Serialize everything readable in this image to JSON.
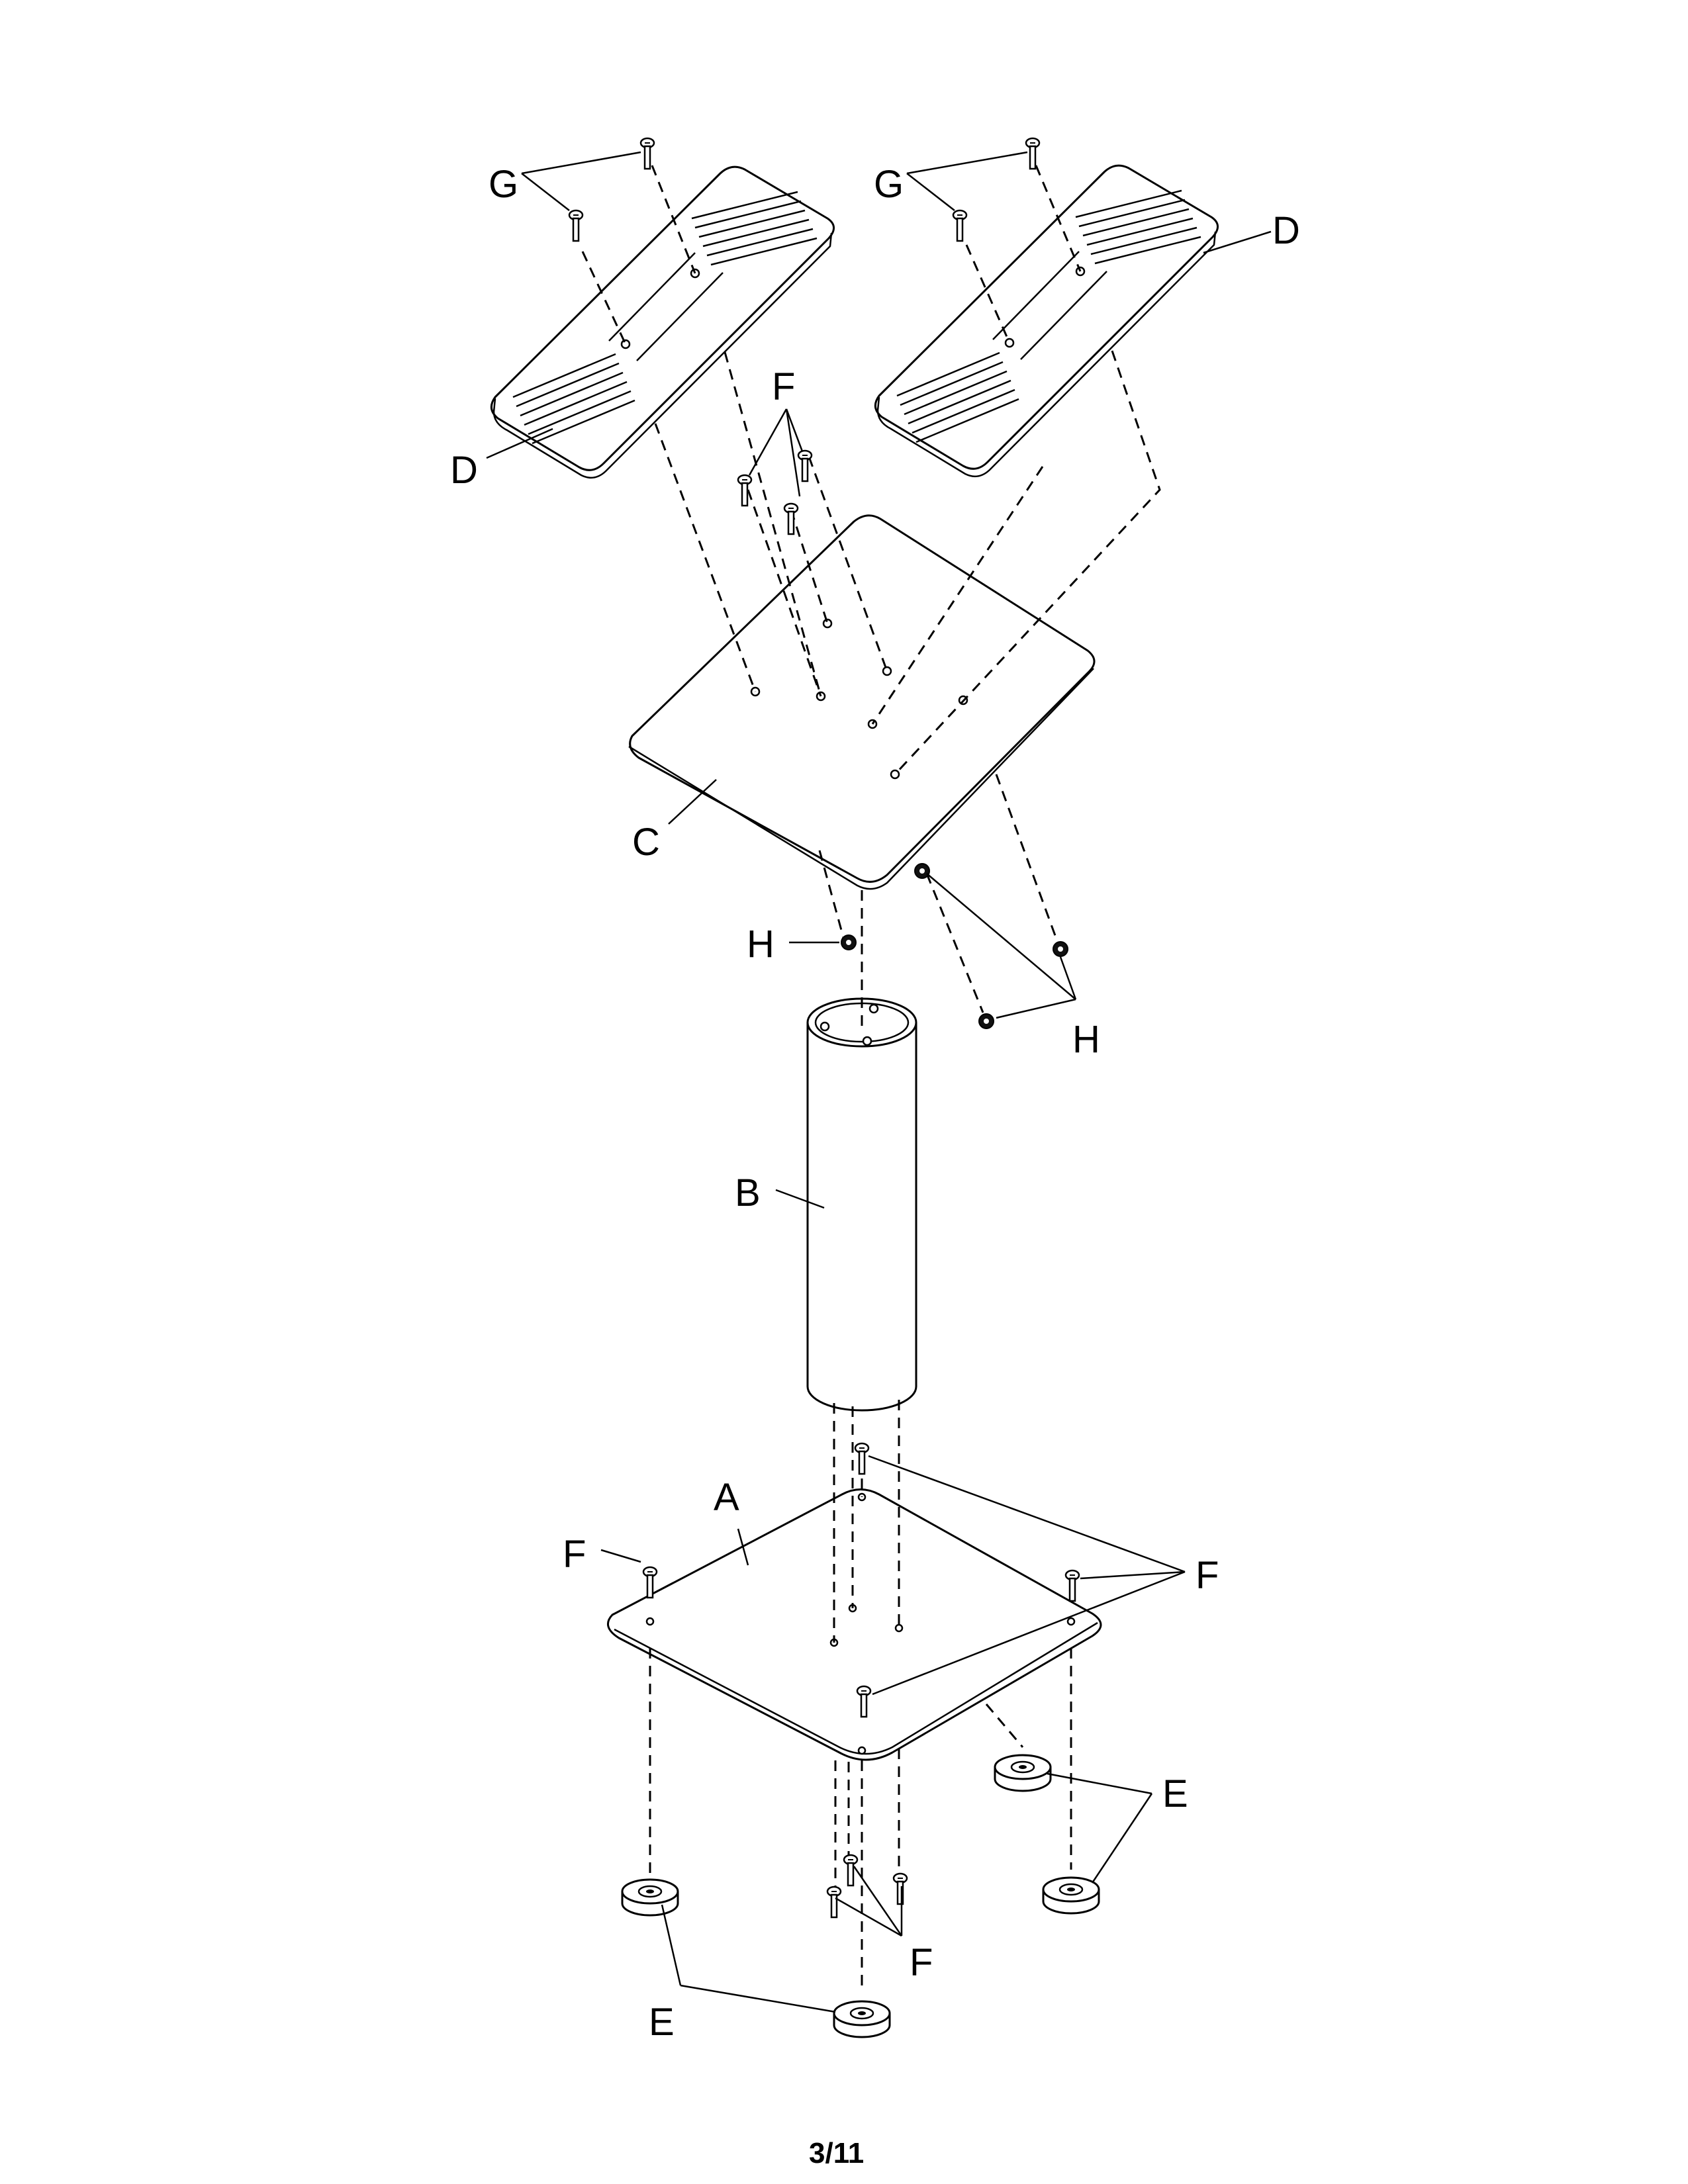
{
  "labels": {
    "a": "A",
    "b": "B",
    "c": "C",
    "d_left": "D",
    "d_right": "D",
    "e_right": "E",
    "e_left": "E",
    "f_top": "F",
    "f_base_left": "F",
    "f_base_right": "F",
    "f_bottom": "F",
    "g_left": "G",
    "g_right": "G",
    "h_left": "H",
    "h_right": "H"
  },
  "page_number": "3/11"
}
